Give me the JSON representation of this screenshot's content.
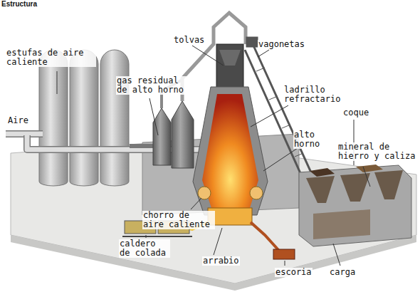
{
  "diagram": {
    "title": "Estructura",
    "labels": [
      "estufas de aire caliente",
      "tolvas",
      "vagonetas",
      "gas residual de alto horno",
      "ladrillo refractario",
      "coque",
      "alto horno",
      "Aire",
      "mineral de hierro y caliza",
      "chorro de aire caliente",
      "caldero de colada",
      "arrabio",
      "escoria",
      "carga"
    ]
  }
}
